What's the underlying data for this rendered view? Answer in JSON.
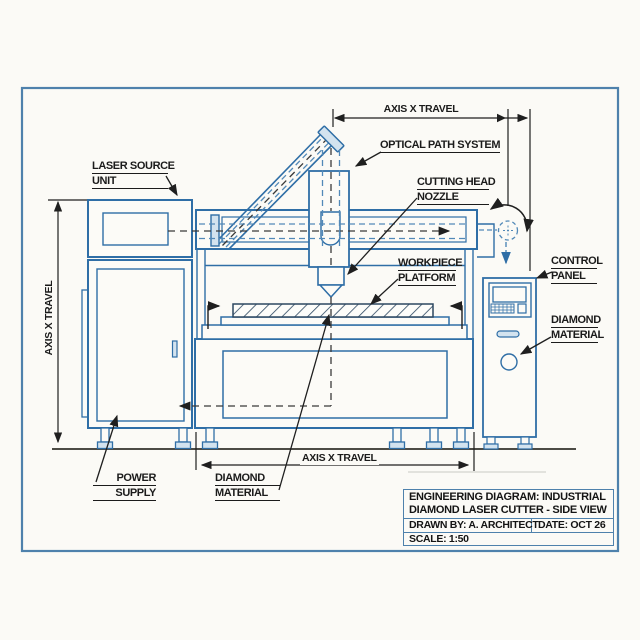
{
  "drawing": {
    "labels": {
      "laser_source_1": "LASER SOURCE",
      "laser_source_2": "UNIT",
      "optical_path": "OPTICAL PATH SYSTEM",
      "cutting_head_1": "CUTTING HEAD",
      "cutting_head_2": "NOZZLE",
      "workpiece_1": "WORKPIECE",
      "workpiece_2": "PLATFORM",
      "control_panel_1": "CONTROL",
      "control_panel_2": "PANEL",
      "diamond_right_1": "DIAMOND",
      "diamond_right_2": "MATERIAL",
      "power_supply_1": "POWER",
      "power_supply_2": "SUPPLY",
      "diamond_bottom_1": "DIAMOND",
      "diamond_bottom_2": "MATERIAL"
    },
    "dimensions": {
      "top": "AXIS X TRAVEL",
      "bottom": "AXIS X TRAVEL",
      "left": "AXIS X TRAVEL"
    },
    "title_block": {
      "title_line1": "ENGINEERING DIAGRAM: INDUSTRIAL",
      "title_line2": "DIAMOND LASER CUTTER - SIDE VIEW",
      "drawn_by": "DRAWN BY: A. ARCHITECT",
      "date": "DATE: OCT 26",
      "scale": "SCALE: 1:50"
    },
    "colors": {
      "machine_line": "#2f6ea6",
      "beam_dash_blue": "#5289b8",
      "beam_dash_dark": "#3a3a3a",
      "annotation": "#1f1f1f",
      "mirror_fill": "#d3e3ef",
      "hatch": "#2c4760",
      "ground": "#4c4b45",
      "border": "#4e81ac",
      "background": "#fbfaf6"
    }
  }
}
